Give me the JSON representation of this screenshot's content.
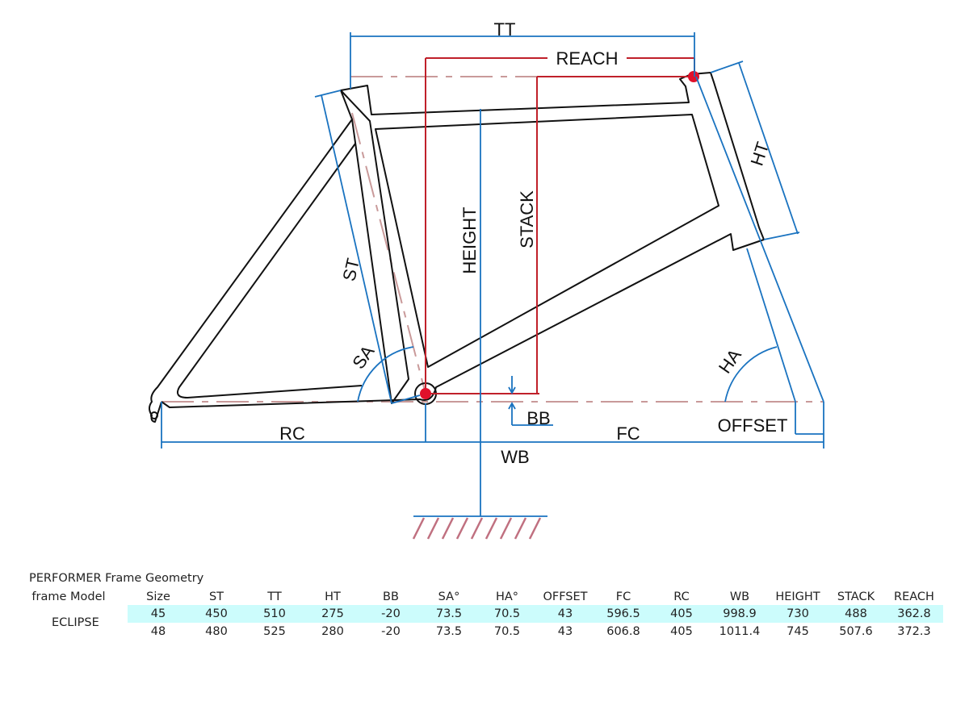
{
  "diagram": {
    "labels": {
      "tt": "TT",
      "reach": "REACH",
      "ht": "HT",
      "st": "ST",
      "sa": "SA",
      "height": "HEIGHT",
      "stack": "STACK",
      "bb": "BB",
      "rc": "RC",
      "fc": "FC",
      "wb": "WB",
      "offset": "OFFSET",
      "ha": "HA"
    },
    "colors": {
      "frame": "#111111",
      "dimension": "#1a73c0",
      "reference": "#c0202a",
      "centerline": "#c99a9a",
      "point": "#e0102a"
    }
  },
  "table": {
    "title": "PERFORMER  Frame Geometry",
    "model_header": "frame Model",
    "model": "ECLIPSE",
    "columns": [
      "Size",
      "ST",
      "TT",
      "HT",
      "BB",
      "SA°",
      "HA°",
      "OFFSET",
      "FC",
      "RC",
      "WB",
      "HEIGHT",
      "STACK",
      "REACH"
    ],
    "rows": [
      [
        "45",
        "450",
        "510",
        "275",
        "-20",
        "73.5",
        "70.5",
        "43",
        "596.5",
        "405",
        "998.9",
        "730",
        "488",
        "362.8"
      ],
      [
        "48",
        "480",
        "525",
        "280",
        "-20",
        "73.5",
        "70.5",
        "43",
        "606.8",
        "405",
        "1011.4",
        "745",
        "507.6",
        "372.3"
      ]
    ],
    "highlight_color": "#ccfcfc"
  }
}
